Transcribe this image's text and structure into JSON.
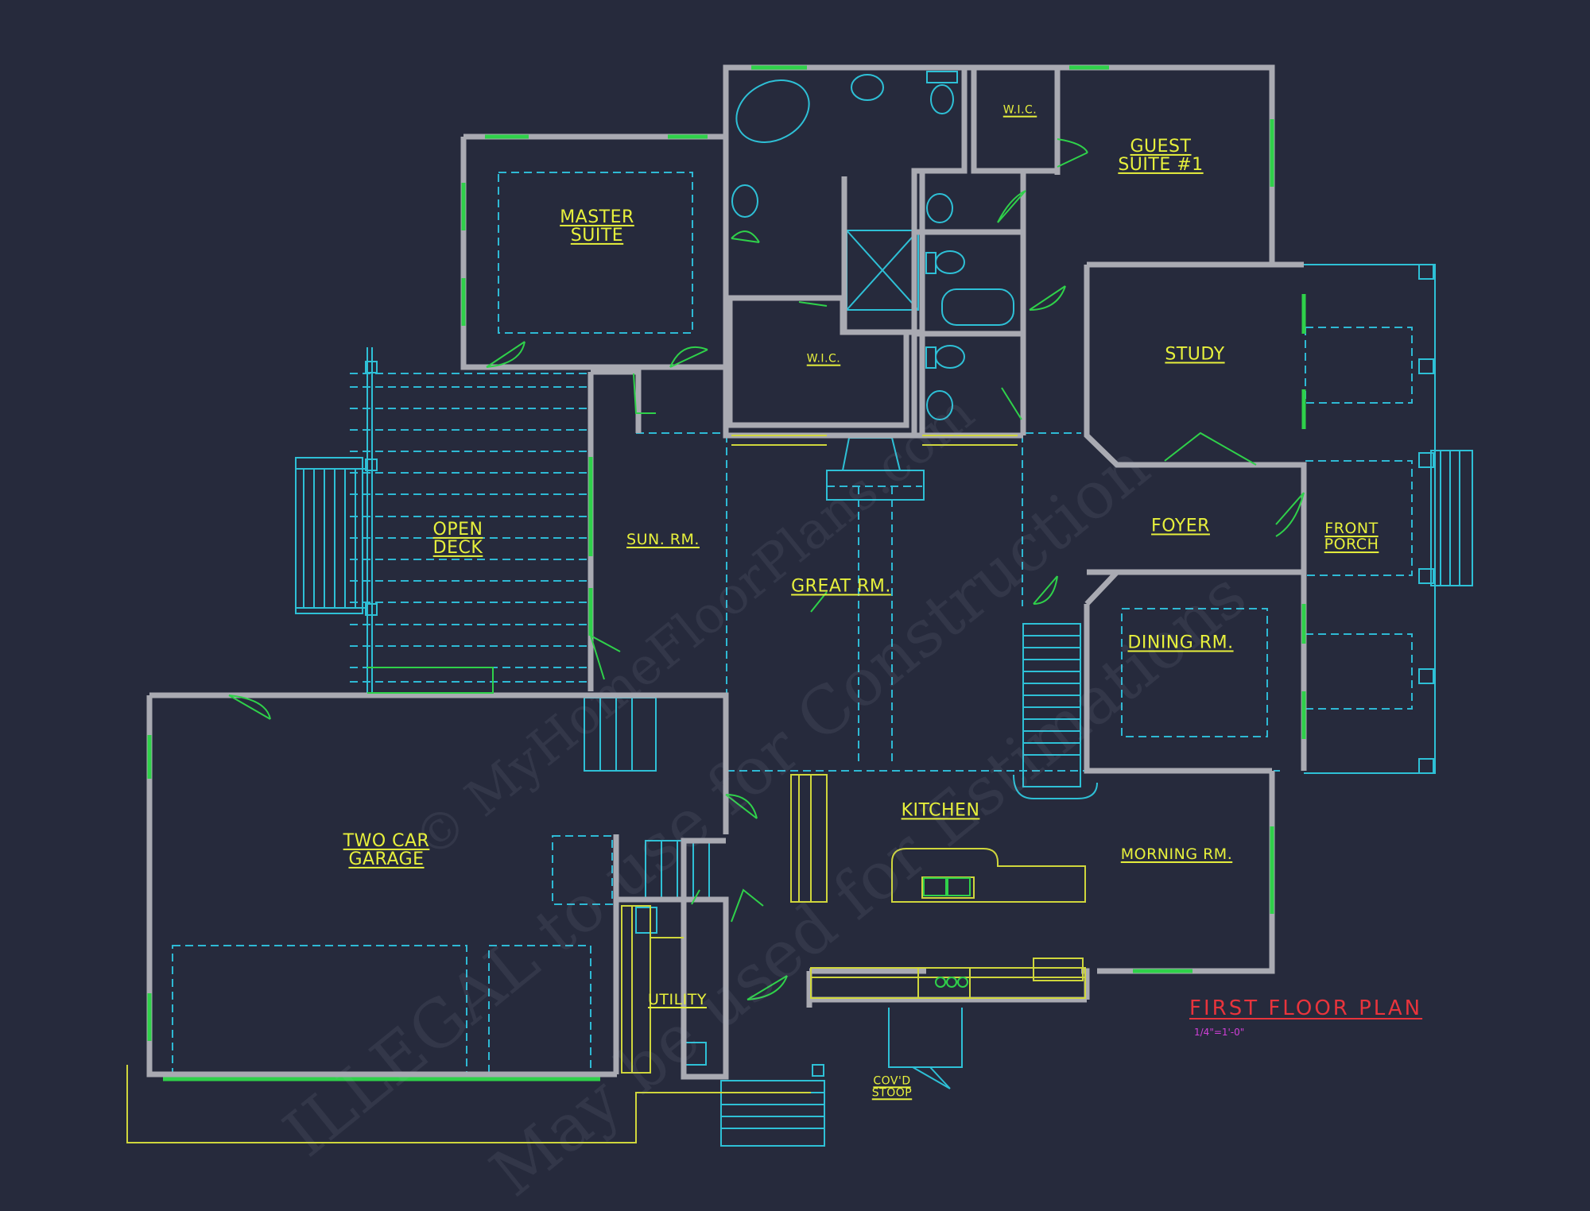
{
  "plan": {
    "title": "FIRST FLOOR PLAN",
    "scale": "1/4\"=1'-0\"",
    "colors": {
      "background": "#262a3c",
      "walls": "#a9aab2",
      "windows": "#2fd14a",
      "dashed": "#2eb9d4",
      "fixtures": "#2ec0d6",
      "text": "#e7f03c",
      "title": "#e8343c",
      "scale_text": "#d13fd8"
    },
    "rooms": {
      "master_suite": "MASTER\nSUITE",
      "wic_master": "W.I.C.",
      "wic_guest": "W.I.C.",
      "guest_suite": "GUEST\nSUITE #1",
      "study": "STUDY",
      "open_deck": "OPEN\nDECK",
      "sun_rm": "SUN. RM.",
      "great_rm": "GREAT RM.",
      "foyer": "FOYER",
      "front_porch": "FRONT\nPORCH",
      "dining_rm": "DINING RM.",
      "two_car_garage": "TWO CAR\nGARAGE",
      "kitchen": "KITCHEN",
      "morning_rm": "MORNING RM.",
      "utility": "UTILITY",
      "covd_stoop": "COV'D\nSTOOP"
    },
    "watermark": {
      "line1": "© MyHomeFloorPlans.com",
      "line2": "ILLEGAL to use for Construction",
      "line3": "May be used for Estimations"
    }
  }
}
